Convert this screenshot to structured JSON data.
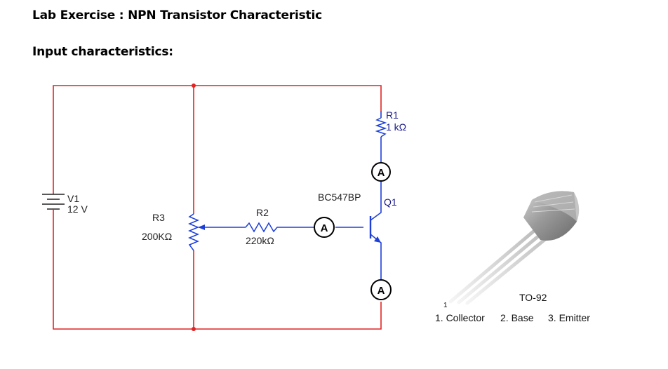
{
  "heading": {
    "title": "Lab Exercise : NPN Transistor Characteristic",
    "subtitle": "Input characteristics:"
  },
  "circuit": {
    "wire_color_red": "#e02424",
    "wire_color_blue": "#1d3fd8",
    "v1": {
      "name": "V1",
      "value": "12 V"
    },
    "r1": {
      "name": "R1",
      "value": "1 kΩ"
    },
    "r2": {
      "name": "R2",
      "value": "220kΩ"
    },
    "r3": {
      "name": "R3",
      "value": "200KΩ"
    },
    "q1": {
      "name": "Q1",
      "model": "BC547BP"
    },
    "ammeter_symbol": "A"
  },
  "package": {
    "name": "TO-92",
    "pin_number": "1",
    "pins": [
      "1. Collector",
      "2. Base",
      "3. Emitter"
    ]
  }
}
